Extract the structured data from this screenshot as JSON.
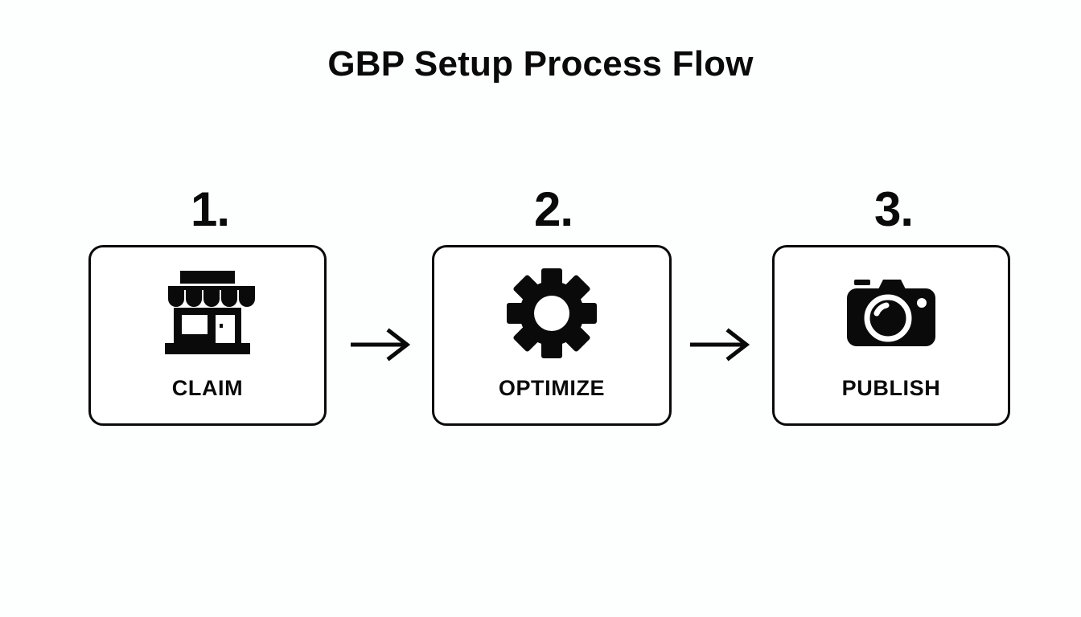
{
  "title": "GBP Setup Process Flow",
  "theme": {
    "background": "#fdfefe",
    "ink": "#0a0a0a",
    "card_fill": "#ffffff",
    "card_border": "#0a0a0a"
  },
  "steps": [
    {
      "number": "1.",
      "label": "CLAIM",
      "icon": "storefront-icon"
    },
    {
      "number": "2.",
      "label": "OPTIMIZE",
      "icon": "gear-icon"
    },
    {
      "number": "3.",
      "label": "PUBLISH",
      "icon": "camera-icon"
    }
  ],
  "connectors": [
    {
      "icon": "arrow-right-icon",
      "from": "CLAIM",
      "to": "OPTIMIZE"
    },
    {
      "icon": "arrow-right-icon",
      "from": "OPTIMIZE",
      "to": "PUBLISH"
    }
  ]
}
